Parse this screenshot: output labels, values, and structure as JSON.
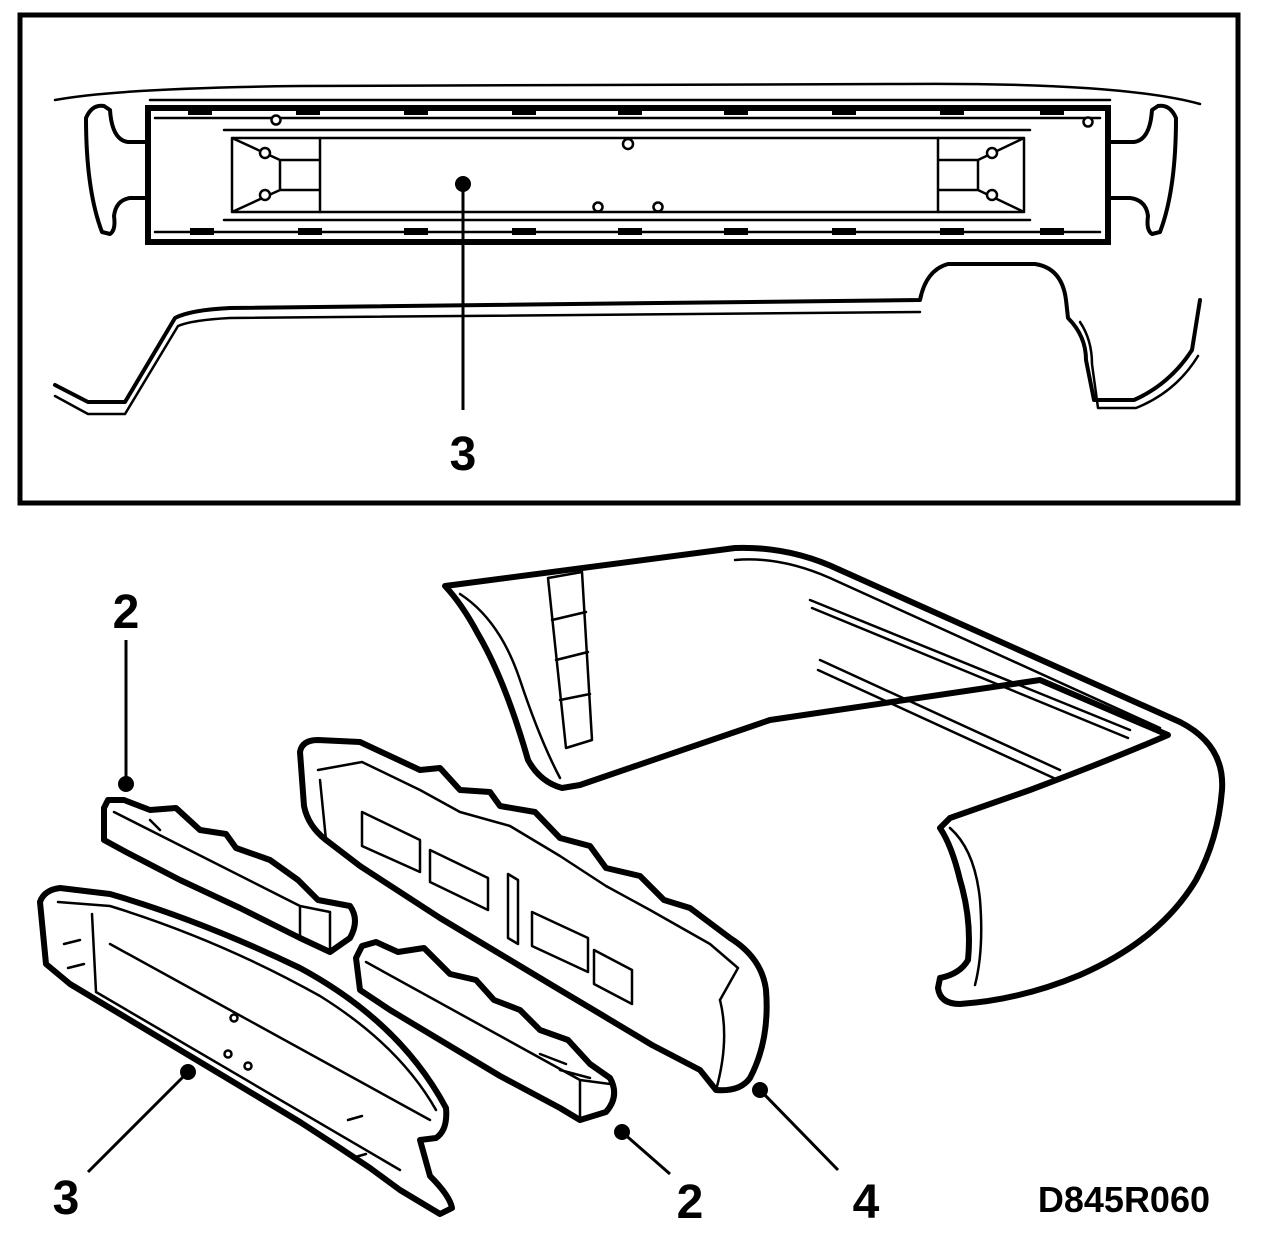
{
  "detail_inset": {
    "callout": "3"
  },
  "exploded_view": {
    "callouts": {
      "upper_left_bracket": "2",
      "front_beam": "3",
      "lower_bracket": "2",
      "energy_absorber": "4"
    }
  },
  "drawing_code": "D845R060",
  "colors": {
    "line": "#000000",
    "background": "#ffffff"
  }
}
